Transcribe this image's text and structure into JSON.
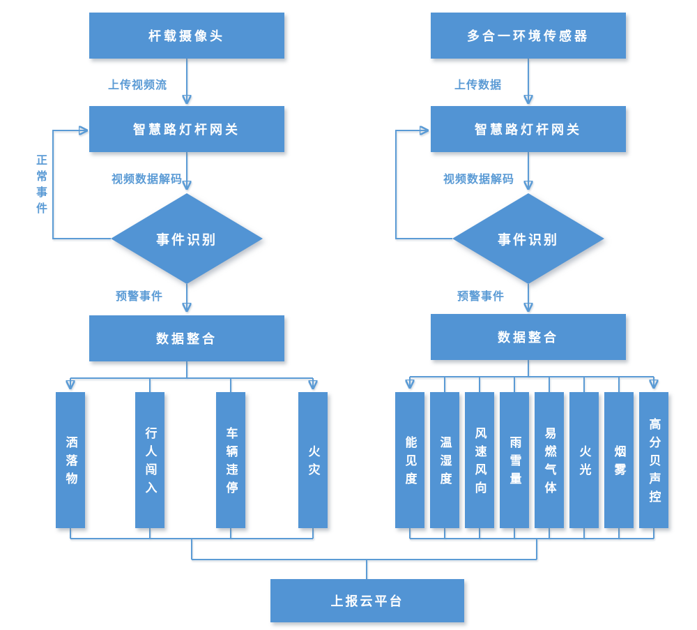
{
  "accent_color": "#5B9BD5",
  "node_fill_color": "#5294D4",
  "node_text_color": "#FFFFFF",
  "left_flow": {
    "source": "杆载摄像头",
    "upload_label": "上传视频流",
    "gateway": "智慧路灯杆网关",
    "decode_label": "视频数据解码",
    "normal_label": "正常事件",
    "decision": "事件识别",
    "alert_label": "预警事件",
    "aggregate": "数据整合",
    "outputs": [
      "洒落物",
      "行人闯入",
      "车辆违停",
      "火灾"
    ]
  },
  "right_flow": {
    "source": "多合一环境传感器",
    "upload_label": "上传数据",
    "gateway": "智慧路灯杆网关",
    "decode_label": "视频数据解码",
    "decision": "事件识别",
    "alert_label": "预警事件",
    "aggregate": "数据整合",
    "outputs": [
      "能见度",
      "温湿度",
      "风速风向",
      "雨雪量",
      "易燃气体",
      "火光",
      "烟雾",
      "高分贝声控"
    ]
  },
  "sink": {
    "label": "上报云平台"
  }
}
